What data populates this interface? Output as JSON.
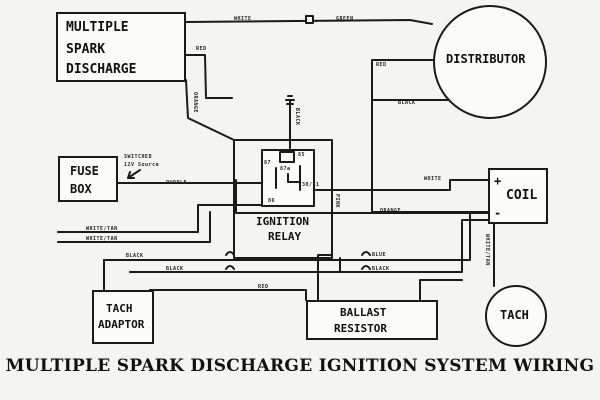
{
  "title": "MULTIPLE SPARK DISCHARGE IGNITION SYSTEM WIRING",
  "components": {
    "msd_line1": "MULTIPLE",
    "msd_line2": "SPARK",
    "msd_line3": "DISCHARGE",
    "distributor": "DISTRIBUTOR",
    "fuse_line1": "FUSE",
    "fuse_line2": "BOX",
    "switched_line1": "SWITCHED",
    "switched_line2": "12V Source",
    "relay_line1": "IGNITION",
    "relay_line2": "RELAY",
    "coil_plus": "+",
    "coil_minus": "-",
    "coil": "COIL",
    "tach_adaptor_line1": "TACH",
    "tach_adaptor_line2": "ADAPTOR",
    "ballast_line1": "BALLAST",
    "ballast_line2": "RESISTOR",
    "tach": "TACH"
  },
  "relay_pins": {
    "p85": "85",
    "p86": "86",
    "p87": "87",
    "p87a": "87a",
    "p30": "30/51"
  },
  "wire_labels": {
    "white_top": "WHITE",
    "green_top": "GREEN",
    "red_msd": "RED",
    "red_dist": "RED",
    "orange_msd": "ORANGE",
    "black_relay": "BLACK",
    "black_dist": "BLACK",
    "purple": "PURPLE",
    "white_coil": "WHITE",
    "orange_coil": "ORANGE",
    "white_tan_1": "WHITE/TAN",
    "white_tan_2": "WHITE/TAN",
    "pink": "PINK",
    "black_1": "BLACK",
    "black_2": "BLACK",
    "blue": "BLUE",
    "black_3": "BLACK",
    "red_bottom": "RED",
    "white_tan_tach": "WHITE/TAN"
  }
}
